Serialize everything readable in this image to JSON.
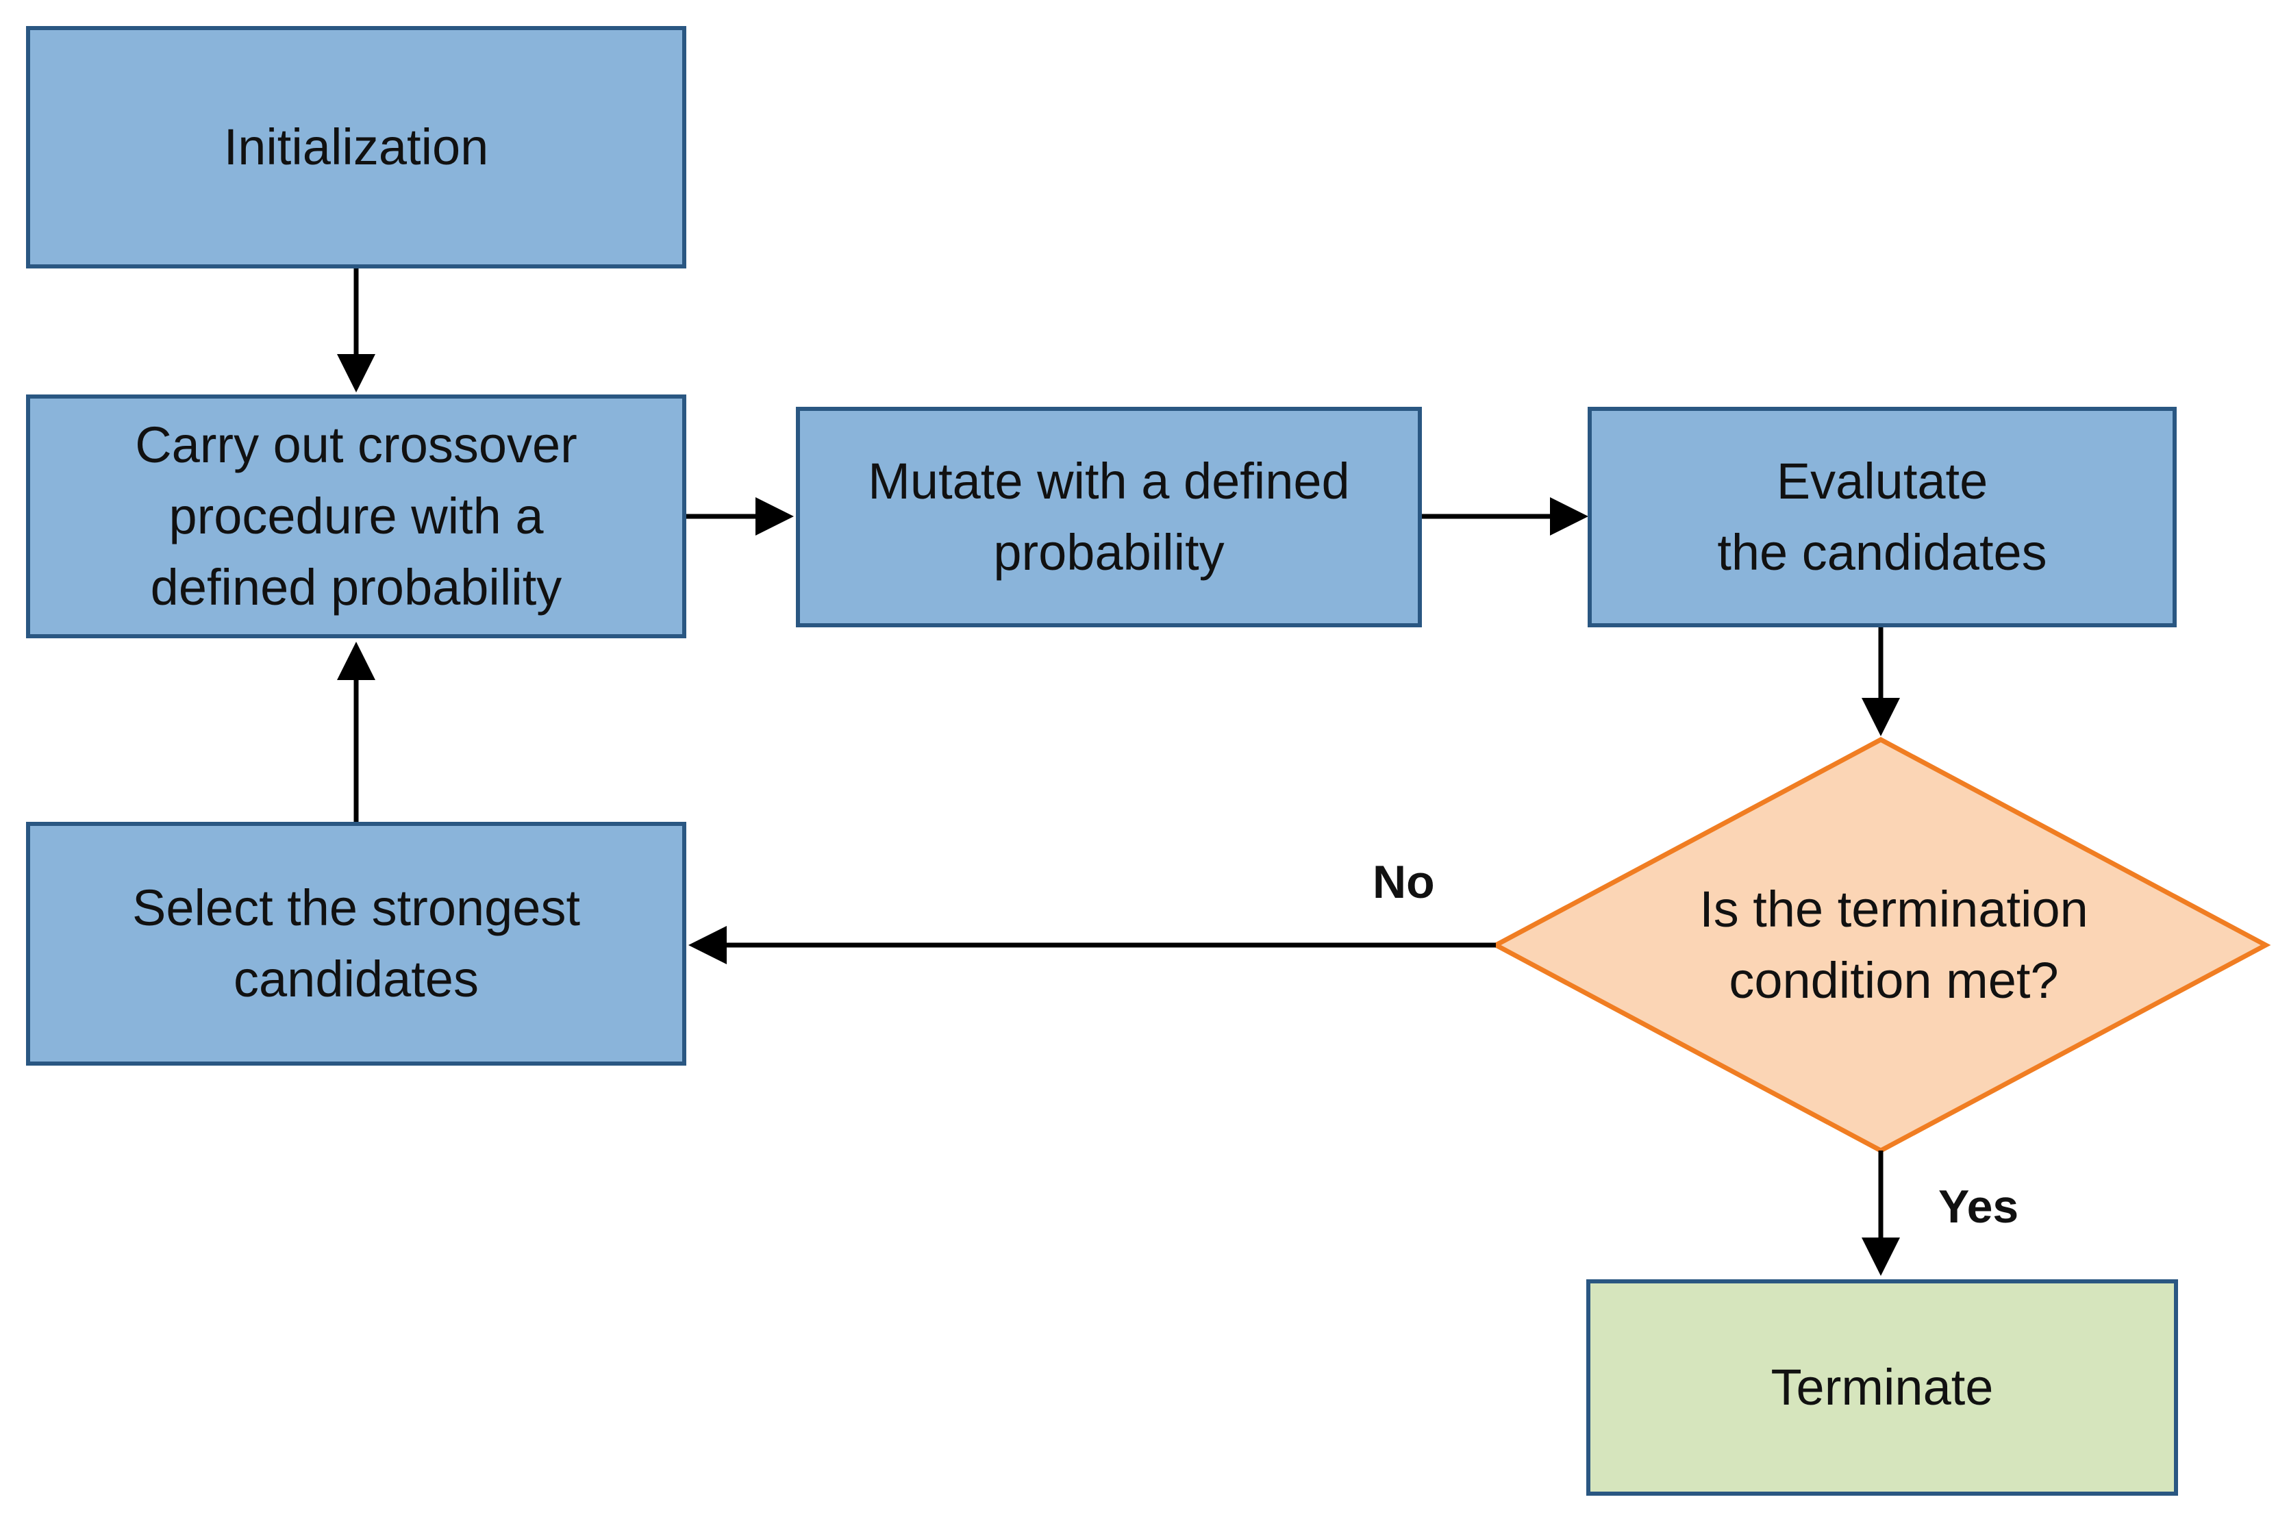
{
  "colors": {
    "process_fill": "#8ab4da",
    "process_border": "#2a5782",
    "decision_fill": "#fbd5b5",
    "decision_border": "#f07d22",
    "terminal_fill": "#d6e5bd",
    "arrow": "#000000"
  },
  "nodes": {
    "initialization": "Initialization",
    "crossover": "Carry out crossover\nprocedure with a\ndefined probability",
    "mutate": "Mutate with a defined\nprobability",
    "evaluate": "Evalutate\nthe candidates",
    "decision": "Is the termination\ncondition met?",
    "select": "Select the strongest\ncandidates",
    "terminate": "Terminate"
  },
  "edges": {
    "no_label": "No",
    "yes_label": "Yes"
  }
}
